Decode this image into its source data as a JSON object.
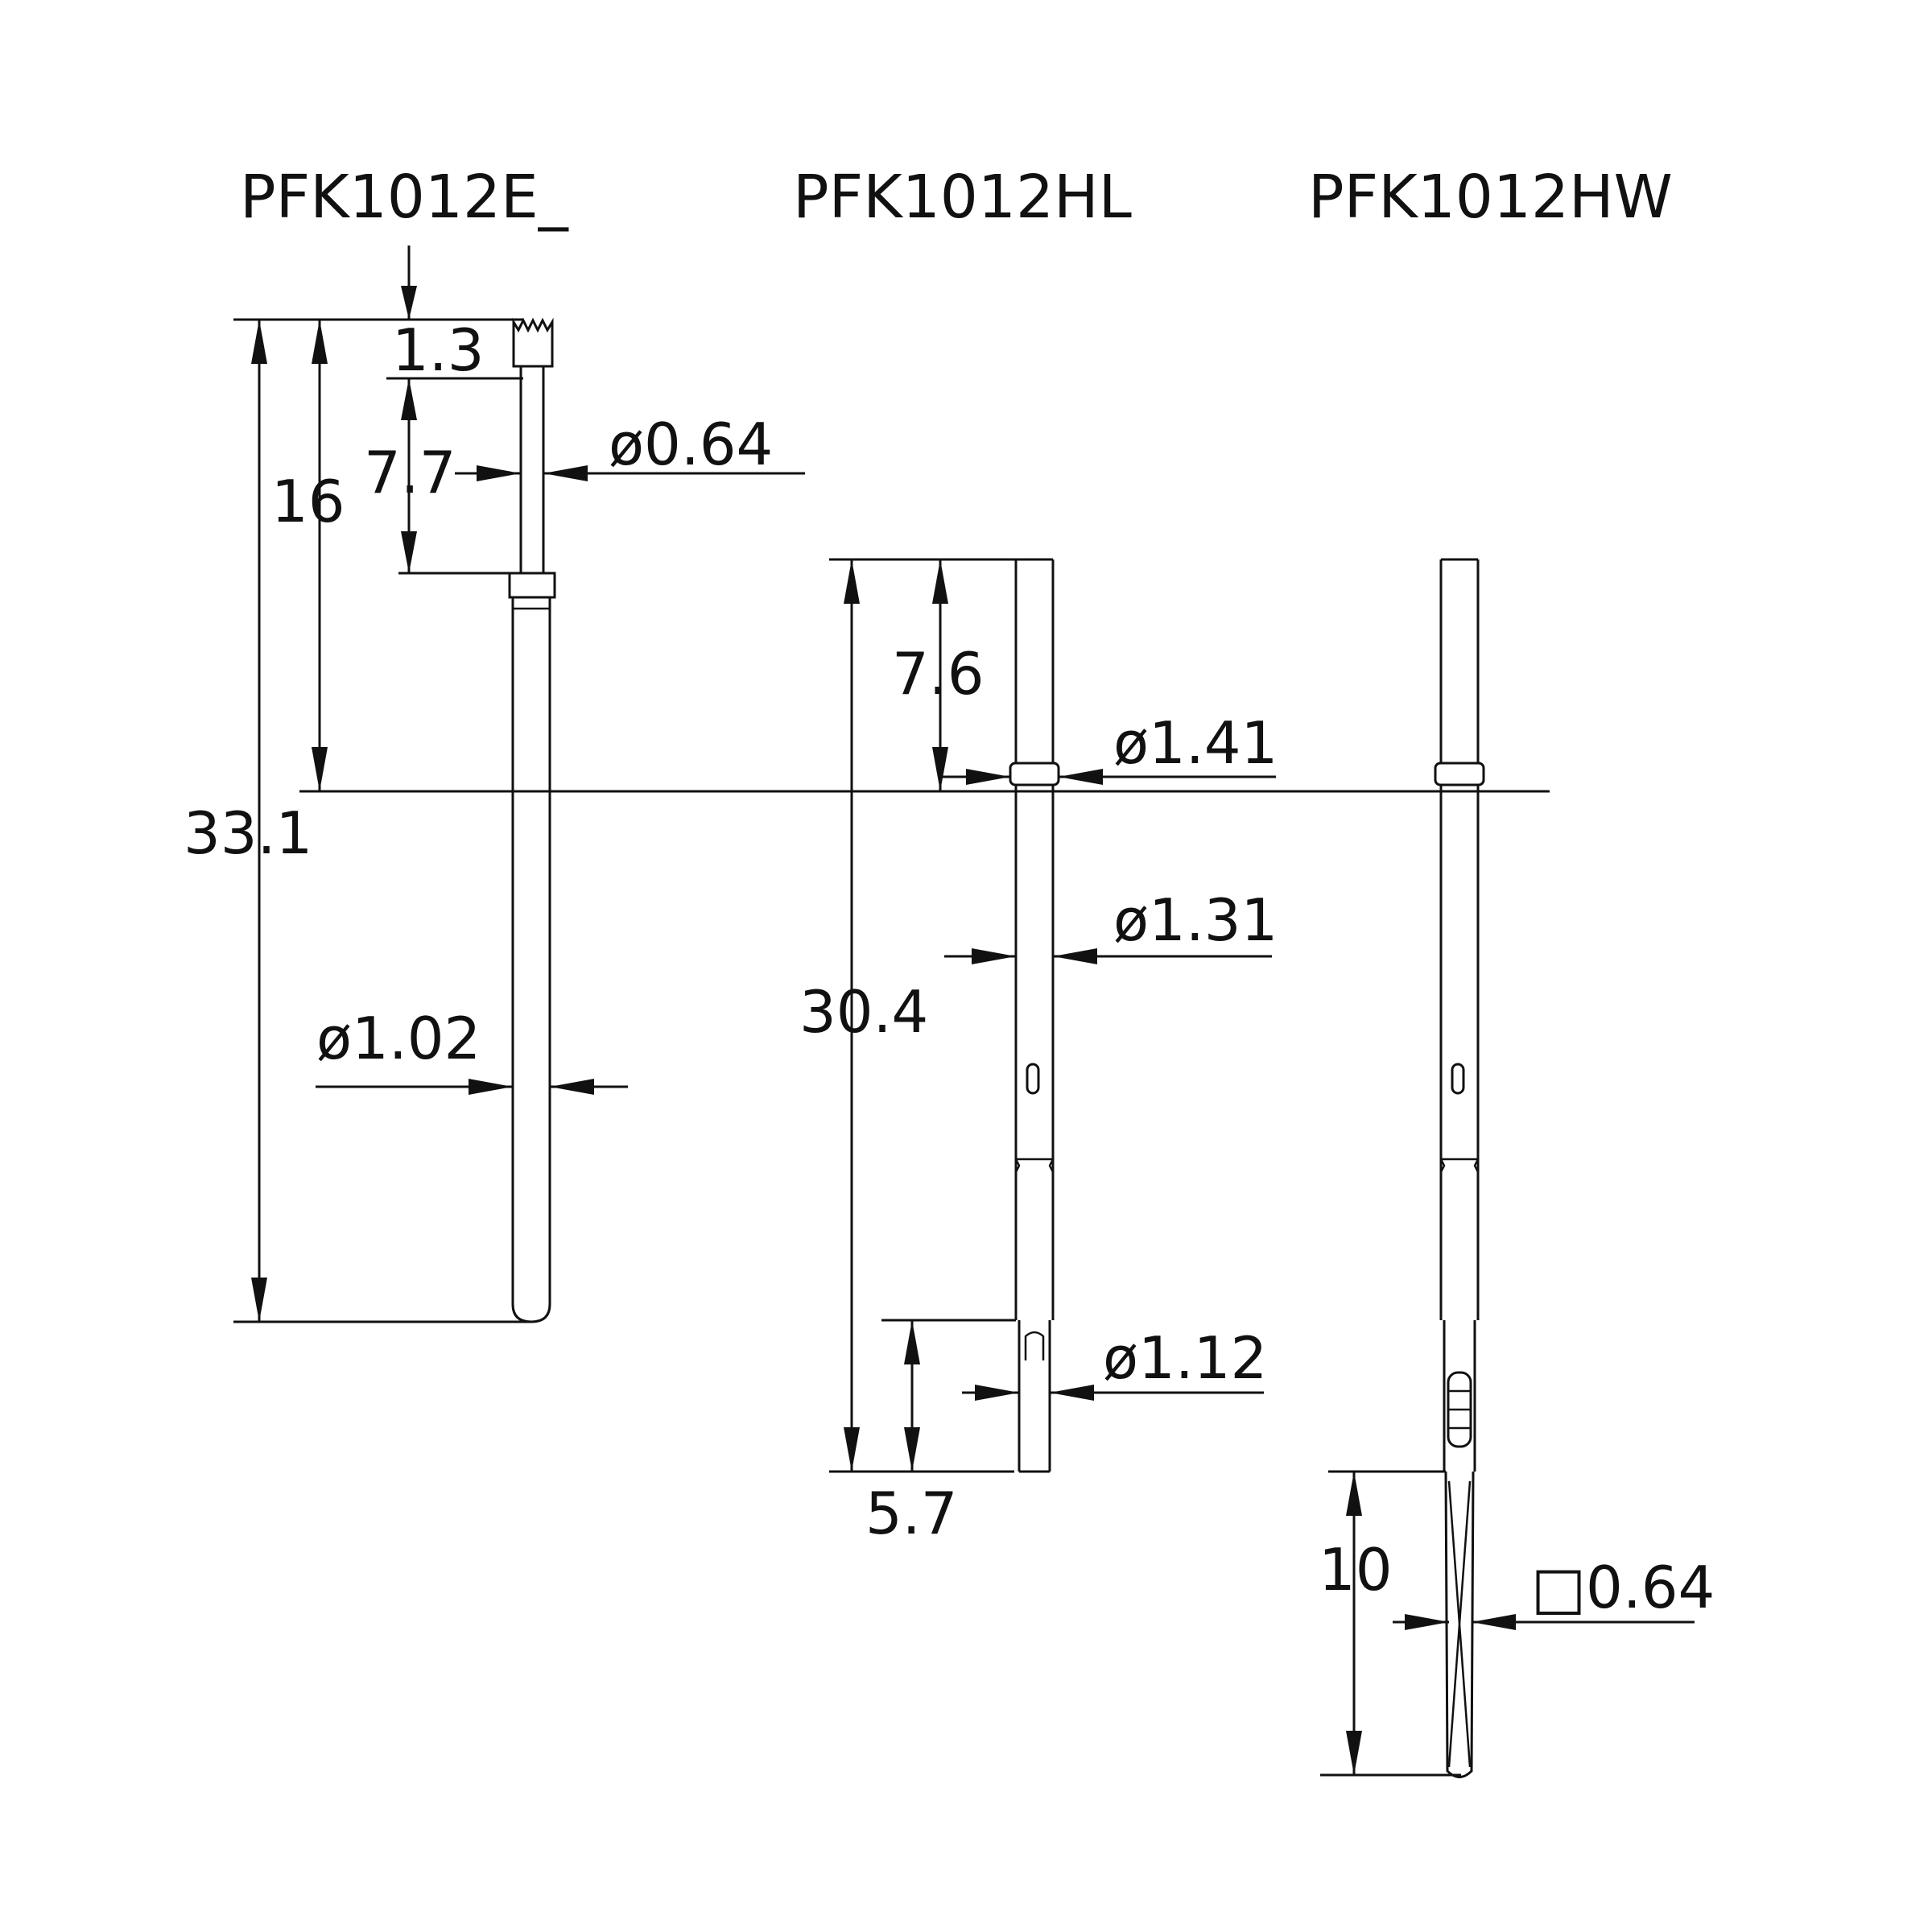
{
  "titles": {
    "e": "PFK1012E_",
    "hl": "PFK1012HL",
    "hw": "PFK1012HW"
  },
  "dims": {
    "e_tip": "1.3",
    "e_plunger": "16",
    "e_stroke": "7.7",
    "e_plunger_dia": "ø0.64",
    "e_total": "33.1",
    "e_barrel_dia": "ø1.02",
    "hl_top": "7.6",
    "hl_collar_dia": "ø1.41",
    "hl_body_dia": "ø1.31",
    "hl_total": "30.4",
    "hl_tail_dia": "ø1.12",
    "hl_tail_len": "5.7",
    "hw_tail_len": "10",
    "hw_wire": "□0.64"
  }
}
